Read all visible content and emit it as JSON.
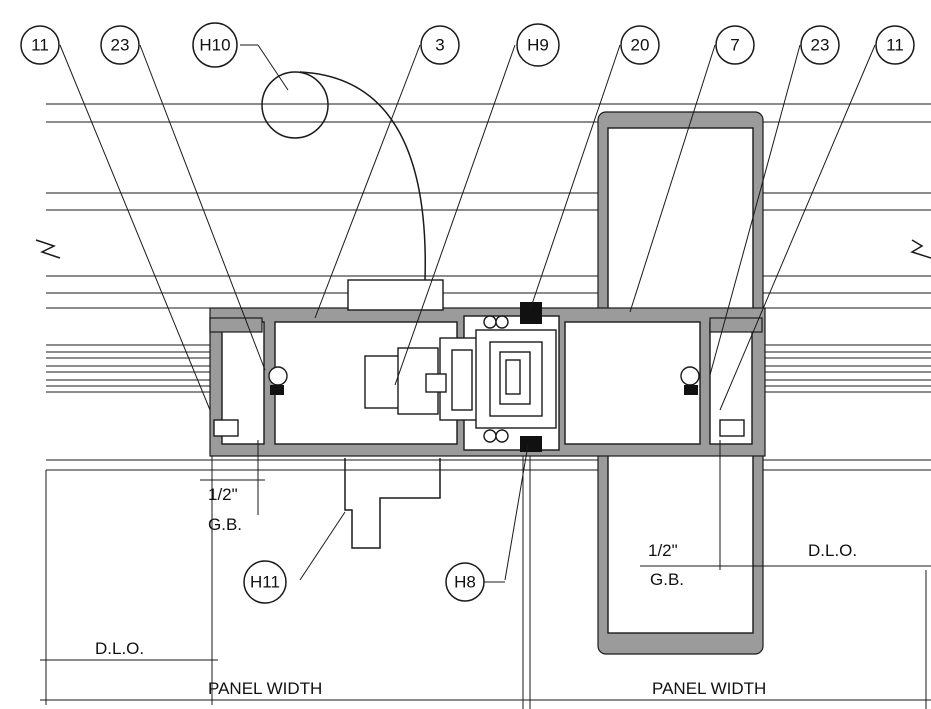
{
  "callouts": {
    "c1": "11",
    "c2": "23",
    "c3": "H10",
    "c4": "3",
    "c5": "H9",
    "c6": "20",
    "c7": "7",
    "c8": "23",
    "c9": "11",
    "c10": "H11",
    "c11": "H8"
  },
  "dimensions": {
    "gb_left_size": "1/2\"",
    "gb_left_label": "G.B.",
    "gb_right_size": "1/2\"",
    "gb_right_label": "G.B.",
    "dlo_left": "D.L.O.",
    "dlo_right": "D.L.O.",
    "panel_width_left": "PANEL WIDTH",
    "panel_width_right": "PANEL WIDTH"
  }
}
